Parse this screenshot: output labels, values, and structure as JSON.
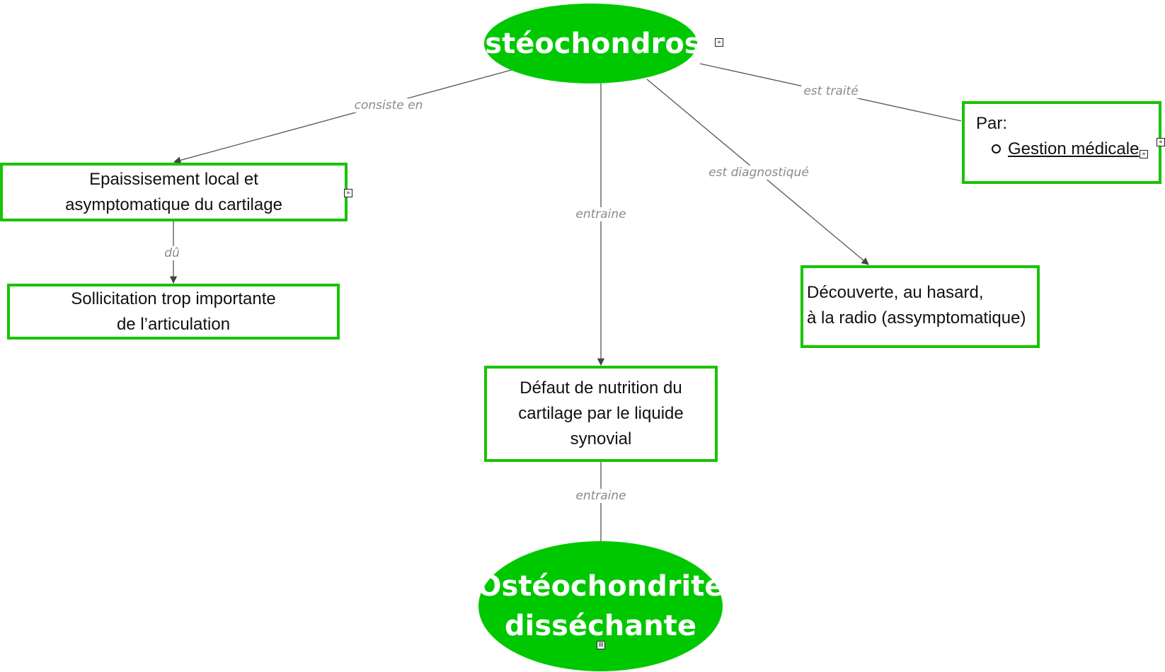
{
  "nodes": {
    "root": {
      "label": "Ostéochondrose"
    },
    "consists": {
      "lines": [
        "Epaissisement local et",
        "asymptomatique du cartilage"
      ]
    },
    "cause": {
      "lines": [
        "Sollicitation trop importante",
        "de l’articulation"
      ]
    },
    "nutrition": {
      "lines": [
        "Défaut de nutrition du",
        "cartilage par le liquide",
        "synovial"
      ]
    },
    "diagnosis": {
      "lines": [
        "Découverte, au hasard,",
        "à la radio (assymptomatique)"
      ]
    },
    "treatment": {
      "heading": "Par:",
      "item": "Gestion médicale"
    },
    "result": {
      "lines": [
        "Ostéochondrite",
        "disséchante"
      ]
    }
  },
  "links": {
    "consiste_en": "consiste en",
    "du": "dû",
    "entraine_1": "entraine",
    "est_diagnostique": "est diagnostiqué",
    "est_traite": "est traité",
    "entraine_2": "entraine"
  },
  "icons": {
    "expand": "expand-icon",
    "collapse": "collapse-icon",
    "concept_map": "concept-map-icon"
  },
  "colors": {
    "node_fill": "#00c800",
    "node_border": "#17c400",
    "link_line": "#555555",
    "link_label": "#8a8a8a"
  }
}
